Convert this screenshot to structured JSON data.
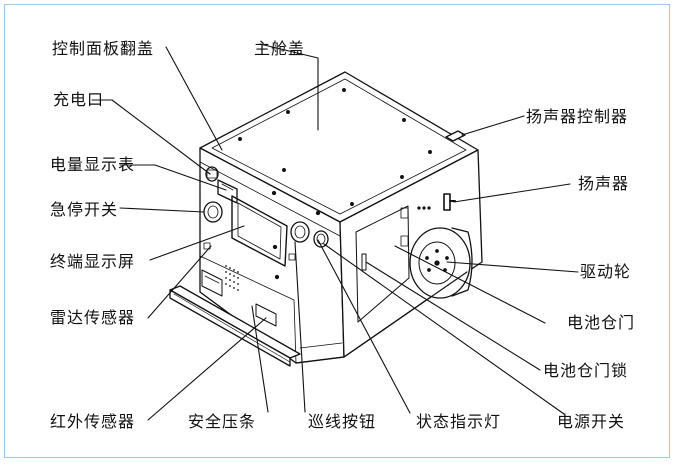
{
  "labels": {
    "panel_cover": "控制面板翻盖",
    "main_cover": "主舱盖",
    "charge_port": "充电口",
    "battery_meter": "电量显示表",
    "estop": "急停开关",
    "terminal_screen": "终端显示屏",
    "radar_sensor": "雷达传感器",
    "ir_sensor": "红外传感器",
    "safety_bumper": "安全压条",
    "line_button": "巡线按钮",
    "status_light": "状态指示灯",
    "power_switch": "电源开关",
    "speaker_controller": "扬声器控制器",
    "speaker": "扬声器",
    "drive_wheel": "驱动轮",
    "battery_door": "电池仓门",
    "battery_door_lock": "电池仓门锁"
  }
}
